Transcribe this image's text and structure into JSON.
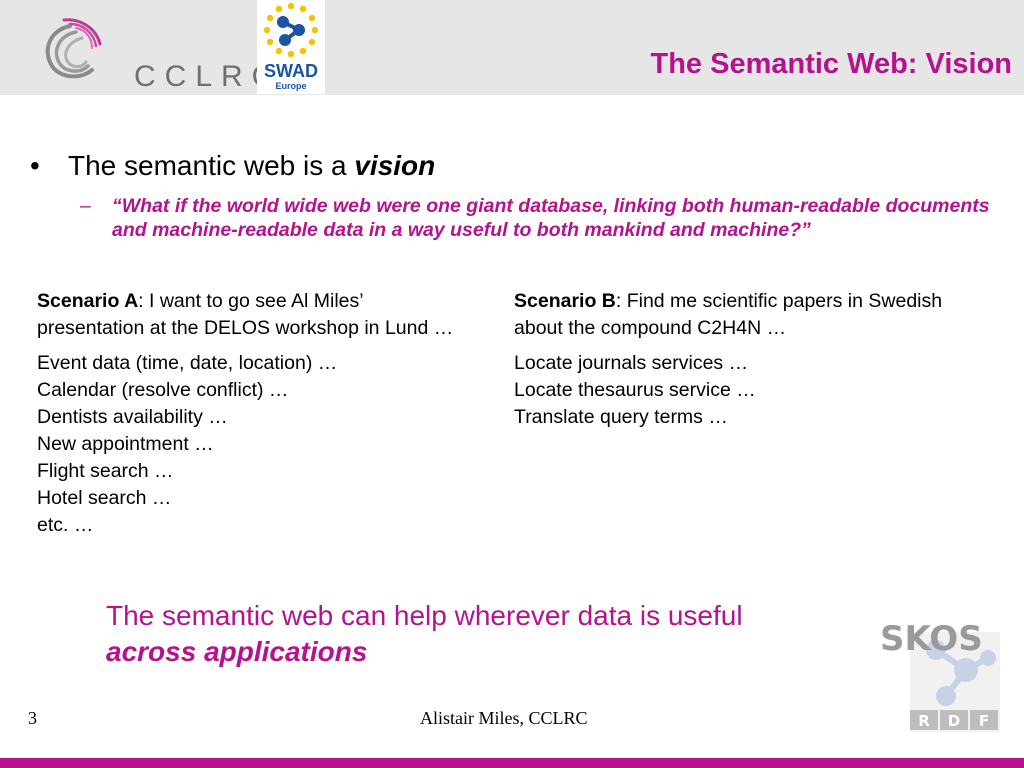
{
  "header": {
    "cclrc_logo_text": "CCLRC",
    "swad_logo_text": "SWAD",
    "swad_logo_subtext": "Europe",
    "title": "The Semantic Web: Vision"
  },
  "bullet": {
    "marker": "•",
    "text": "The semantic web is a ",
    "emphasis": "vision"
  },
  "quote": {
    "marker": "–",
    "text": "“What if the world wide web were one giant database, linking both human-readable documents and machine-readable data in a way useful to both mankind and machine?”"
  },
  "scenario_a": {
    "title": "Scenario A",
    "description": ": I want to go see Al Miles’ presentation at the DELOS workshop in Lund …",
    "steps": [
      "Event data (time, date, location) …",
      "Calendar (resolve conflict) …",
      "Dentists availability …",
      "New appointment …",
      "Flight search …",
      "Hotel search …",
      "etc. …"
    ]
  },
  "scenario_b": {
    "title": "Scenario B",
    "description": ": Find me scientific papers in Swedish about the compound C2H4N …",
    "steps": [
      "Locate journals services …",
      "Locate thesaurus service …",
      "Translate query terms …"
    ]
  },
  "summary": {
    "text": "The semantic web can help wherever data is useful ",
    "emphasis": "across applications"
  },
  "skos_logo": {
    "top_text": "SKOS",
    "bottom_letters": [
      "R",
      "D",
      "F"
    ]
  },
  "footer": {
    "page_number": "3",
    "author": "Alistair Miles, CCLRC"
  },
  "colors": {
    "accent": "#b5128e",
    "header_bg": "#e6e6e6",
    "logo_blue": "#1a55a3",
    "logo_yellow": "#f2c400"
  }
}
